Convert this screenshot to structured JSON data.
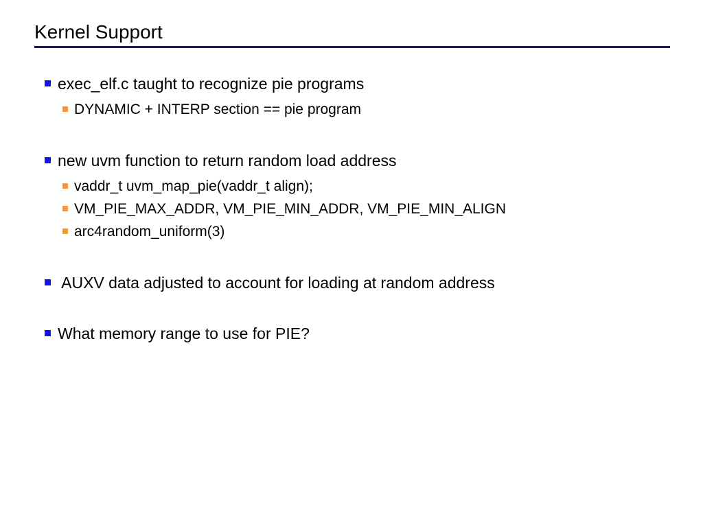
{
  "slide": {
    "title": "Kernel Support",
    "background_color": "#ffffff",
    "title_color": "#000000",
    "rule_color": "#191970",
    "bullet_level1_color": "#1414e6",
    "bullet_level2_color": "#f2a024",
    "text_color": "#000000"
  },
  "body": {
    "groups": [
      {
        "items": [
          {
            "level": 1,
            "text": "exec_elf.c taught to recognize pie programs"
          },
          {
            "level": 2,
            "text": "DYNAMIC + INTERP section == pie program"
          }
        ]
      },
      {
        "items": [
          {
            "level": 1,
            "text": "new uvm function to return random load address"
          },
          {
            "level": 2,
            "text": "vaddr_t uvm_map_pie(vaddr_t align);"
          },
          {
            "level": 2,
            "text": "VM_PIE_MAX_ADDR, VM_PIE_MIN_ADDR, VM_PIE_MIN_ALIGN"
          },
          {
            "level": 2,
            "text": "arc4random_uniform(3)"
          }
        ]
      },
      {
        "items": [
          {
            "level": 1,
            "text": " AUXV data adjusted to account for loading at random address"
          }
        ]
      },
      {
        "items": [
          {
            "level": 1,
            "text": "What memory range to use for PIE?"
          }
        ]
      }
    ]
  }
}
